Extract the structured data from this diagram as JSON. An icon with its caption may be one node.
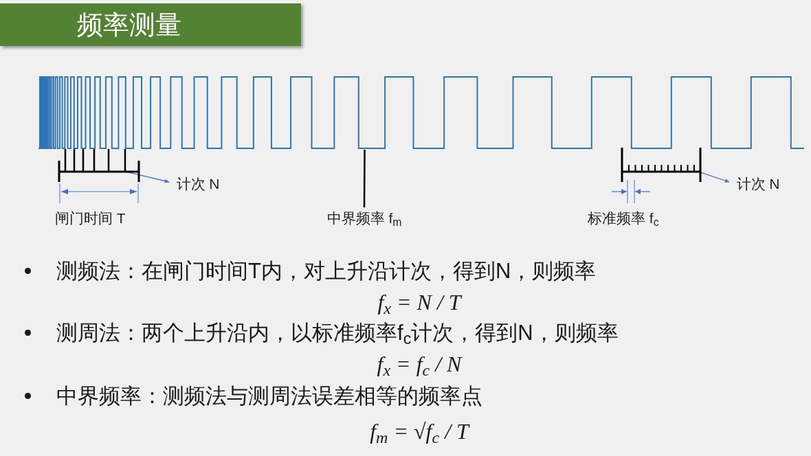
{
  "diagram": {
    "title": "频率测量",
    "nodes": [
      {
        "text": [],
        "shape": "picture"
      },
      {
        "text": [],
        "shape": "bar"
      },
      {
        "text": [
          "计次 N"
        ]
      },
      {
        "text": [
          "中界频率 f$_{m}$"
        ]
      },
      {
        "text": [],
        "shape": "bar"
      },
      {
        "text": [
          "计次 N"
        ]
      }
    ],
    "edges": [
      {
        "from": 1,
        "to": 2,
        "arrow": "to",
        "color": "#4472c4"
      },
      {
        "from": 3,
        "to": 0,
        "arrow": "none",
        "color": "#000000"
      },
      {
        "from": 4,
        "to": 5,
        "arrow": "to",
        "color": "#4472c4"
      }
    ],
    "labels": [
      "闸门时间 T",
      "标准频率 f$_{c}$",
      "测频法：在闸门时间T内，对上升沿计次，得到N，则频率",
      "f$_{x}$ = N / T",
      "测周法：两个上升沿内，以标准频率f$_{c}$计次，得到N，则频率",
      "f$_{x}$ = f$_{c}$ / N",
      "中界频率：测频法与测周法误差相等的频率点",
      "f$_{m}$ = √f$_{c}$ / T"
    ]
  }
}
